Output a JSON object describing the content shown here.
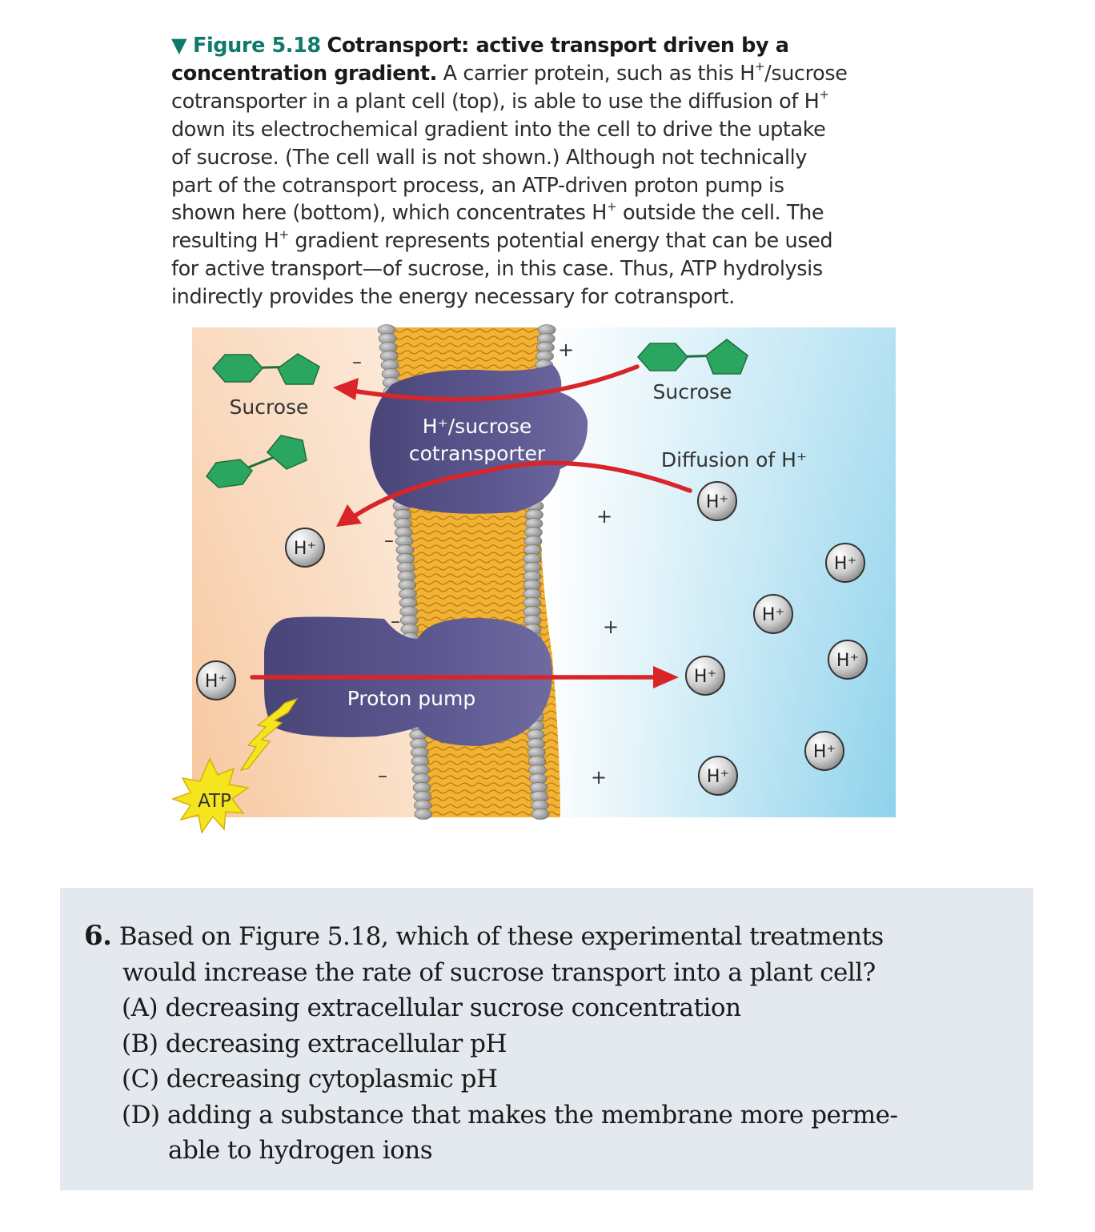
{
  "caption": {
    "figure_number": "Figure 5.18",
    "title": "Cotransport: active transport driven by a concentration gradient.",
    "line1_rest": " A carrier protein, such as this H",
    "line1_end": "/sucrose",
    "line2": "cotransporter in a plant cell (top), is able to use the diffusion of H",
    "line3": "down its electrochemical gradient into the cell to drive the uptake",
    "line4": "of sucrose. (The cell wall is not shown.) Although not technically",
    "line5": "part of the cotransport process, an ATP-driven proton pump is",
    "line6a": "shown here (bottom), which concentrates H",
    "line6b": " outside the cell. The",
    "line7a": "resulting H",
    "line7b": " gradient represents potential energy that can be used",
    "line8": "for active transport—of sucrose, in this case. Thus, ATP hydrolysis",
    "line9": "indirectly provides the energy necessary for cotransport.",
    "superscript": "+"
  },
  "diagram": {
    "labels": {
      "sucrose_inside": "Sucrose",
      "sucrose_outside": "Sucrose",
      "cotransporter_line1": "H⁺/sucrose",
      "cotransporter_line2": "cotransporter",
      "diffusion": "Diffusion of H⁺",
      "proton_pump": "Proton pump",
      "atp": "ATP",
      "ion": "H⁺",
      "minus": "–",
      "plus": "+"
    },
    "colors": {
      "cytoplasm": "#f9c9a0",
      "extracellular": "#8fd3ec",
      "protein": "#5a5486",
      "arrow": "#d9252a",
      "sucrose": "#2aa661",
      "atp": "#f5e51e",
      "membrane_tails": "#f2b335",
      "membrane_heads": "#9a9a9a"
    }
  },
  "question": {
    "number": "6.",
    "stem_line1": "Based on Figure 5.18, which of these experimental treatments",
    "stem_line2": "would increase the rate of sucrose transport into a plant cell?",
    "choices": [
      {
        "letter": "(A)",
        "text": "decreasing extracellular sucrose concentration"
      },
      {
        "letter": "(B)",
        "text": "decreasing extracellular pH"
      },
      {
        "letter": "(C)",
        "text": "decreasing cytoplasmic pH"
      },
      {
        "letter": "(D)",
        "text": "adding a substance that makes the membrane more perme-",
        "text2": "able to hydrogen ions"
      }
    ]
  }
}
